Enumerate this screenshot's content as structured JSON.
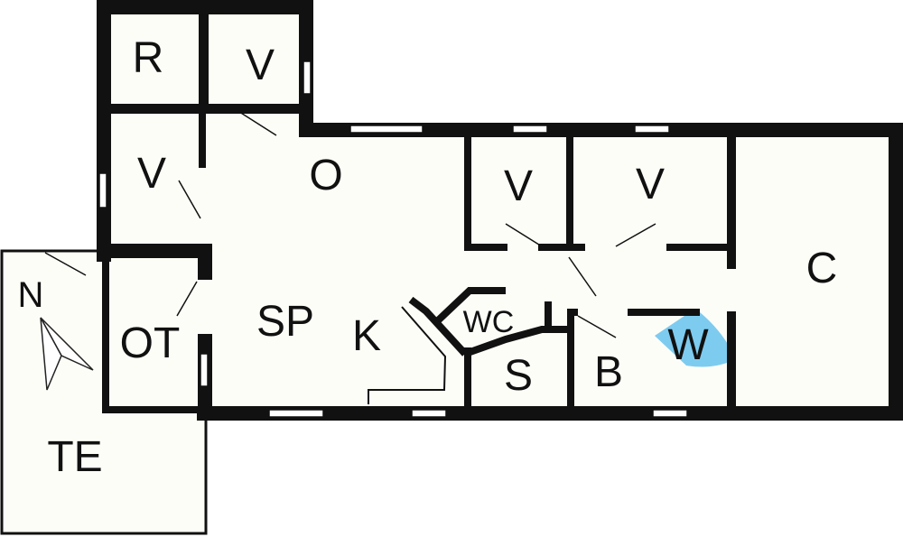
{
  "colors": {
    "wall": "#111111",
    "floor": "#fdfdf8",
    "window": "#ffffff",
    "fireplace": "#7ecbf0",
    "compass": "#222222"
  },
  "rooms": {
    "r": "R",
    "v_top": "V",
    "v_left": "V",
    "o": "O",
    "v_mid1": "V",
    "v_mid2": "V",
    "c": "C",
    "sp": "SP",
    "k": "K",
    "wc": "WC",
    "ot": "OT",
    "s": "S",
    "b": "B",
    "w": "W",
    "n": "N",
    "te": "TE"
  }
}
